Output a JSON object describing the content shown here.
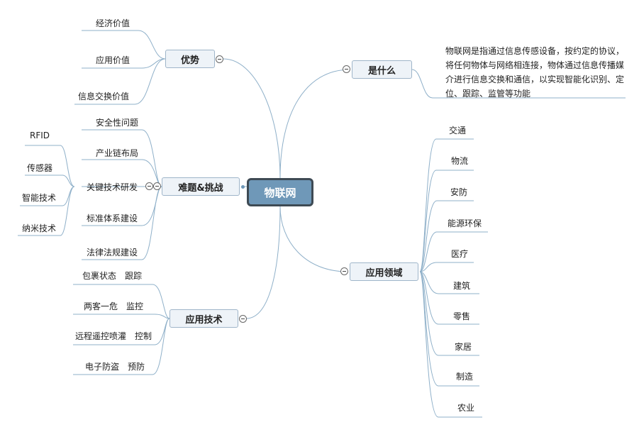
{
  "center": {
    "label": "物联网"
  },
  "branches": {
    "advantages": {
      "label": "优势",
      "items": [
        "经济价值",
        "应用价值",
        "信息交换价值"
      ]
    },
    "challenges": {
      "label": "难题&挑战",
      "items": [
        "安全性问题",
        "产业链布局",
        "关键技术研发",
        "标准体系建设",
        "法律法规建设"
      ],
      "key_tech_items": [
        "RFID",
        "传感器",
        "智能技术",
        "纳米技术"
      ]
    },
    "app_tech": {
      "label": "应用技术",
      "items": [
        "包裹状态　跟踪",
        "两客一危　监控",
        "远程遥控喷灌　控制",
        "电子防盗　预防"
      ]
    },
    "what_is": {
      "label": "是什么",
      "description": "物联网是指通过信息传感设备，按约定的协议，将任何物体与网络相连接，物体通过信息传播媒介进行信息交换和通信，以实现智能化识别、定位、跟踪、监管等功能"
    },
    "domains": {
      "label": "应用领域",
      "items": [
        "交通",
        "物流",
        "安防",
        "能源环保",
        "医疗",
        "建筑",
        "零售",
        "家居",
        "制造",
        "农业"
      ]
    }
  },
  "colors": {
    "center_fill": "#6f98b8",
    "center_border": "#3e4a54",
    "branch_fill": "#eef3f8",
    "line": "#8fb0c9"
  }
}
